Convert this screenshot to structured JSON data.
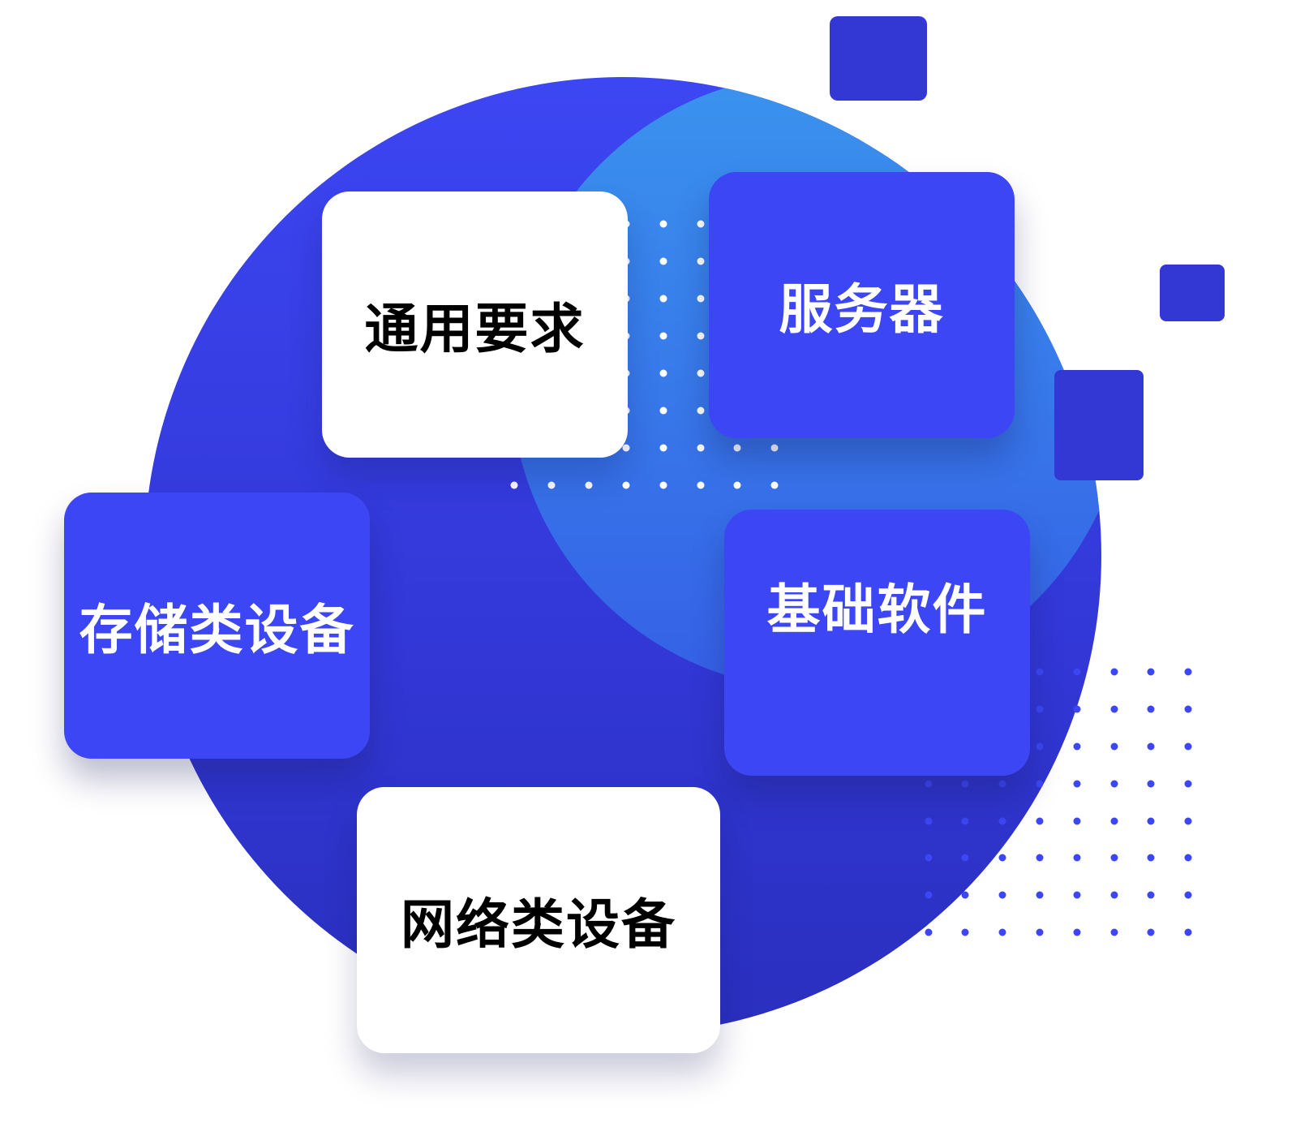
{
  "colors": {
    "circle_main": "#3c46f2",
    "circle_deep": "#2a32c4",
    "circle_light": "#3a8fee",
    "card_blue": "#3d46f4",
    "square_blue": "#3338d4",
    "dot_white": "#ffffff",
    "dot_blue": "#3d46f4"
  },
  "cards": [
    {
      "id": "general-requirements",
      "label": "通用要求",
      "style": "white"
    },
    {
      "id": "server",
      "label": "服务器",
      "style": "blue"
    },
    {
      "id": "storage-devices",
      "label": "存储类设备",
      "style": "blue"
    },
    {
      "id": "basic-software",
      "label": "基础软件",
      "style": "blue"
    },
    {
      "id": "network-devices",
      "label": "网络类设备",
      "style": "white"
    }
  ]
}
